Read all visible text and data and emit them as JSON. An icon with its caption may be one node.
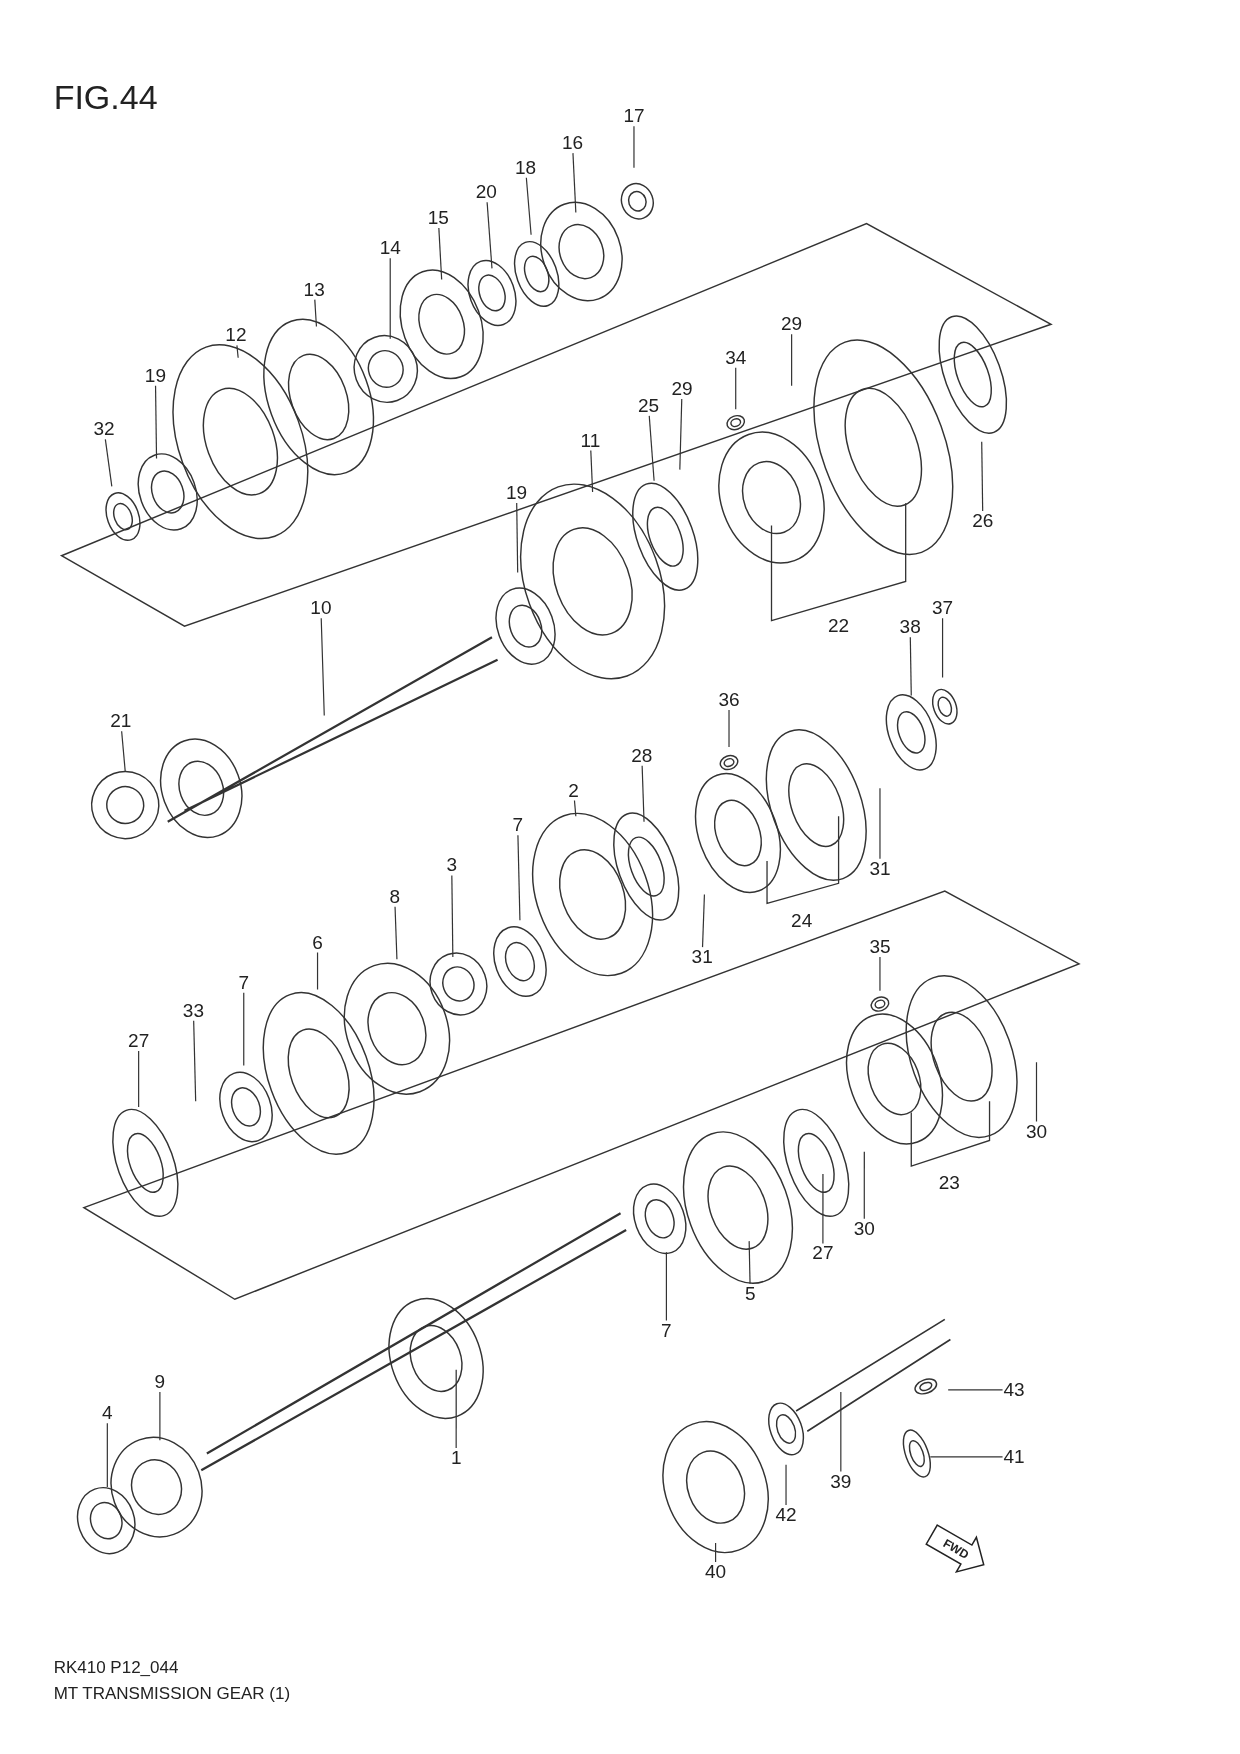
{
  "diagram": {
    "title": "FIG.44",
    "caption": "MT TRANSMISSION GEAR (1)",
    "nodes": [
      {
        "text": [
          "17"
        ]
      },
      {
        "text": [
          "16"
        ]
      },
      {
        "text": [
          "18"
        ]
      },
      {
        "text": [
          "20"
        ]
      },
      {
        "text": [
          "15"
        ]
      },
      {
        "text": [
          "14"
        ]
      },
      {
        "text": [
          "13"
        ]
      },
      {
        "text": [
          "12"
        ]
      },
      {
        "text": [
          "19"
        ]
      },
      {
        "text": [
          "32"
        ]
      },
      {
        "text": [
          "34"
        ]
      },
      {
        "text": [
          "29"
        ]
      },
      {
        "text": [
          "29"
        ]
      },
      {
        "text": [
          "25"
        ]
      },
      {
        "text": [
          "11"
        ]
      },
      {
        "text": [
          "19"
        ]
      },
      {
        "text": [
          "26"
        ]
      },
      {
        "text": [
          "10"
        ]
      },
      {
        "text": [
          "21"
        ]
      },
      {
        "text": [
          "36"
        ]
      },
      {
        "text": [
          "38"
        ]
      },
      {
        "text": [
          "37"
        ]
      },
      {
        "text": [
          "28"
        ]
      },
      {
        "text": [
          "2"
        ]
      },
      {
        "text": [
          "7"
        ]
      },
      {
        "text": [
          "3"
        ]
      },
      {
        "text": [
          "8"
        ]
      },
      {
        "text": [
          "6"
        ]
      },
      {
        "text": [
          "7"
        ]
      },
      {
        "text": [
          "33"
        ]
      },
      {
        "text": [
          "27"
        ]
      },
      {
        "text": [
          "31"
        ]
      },
      {
        "text": [
          "31"
        ]
      },
      {
        "text": [
          "35"
        ]
      },
      {
        "text": [
          "30"
        ]
      },
      {
        "text": [
          "30"
        ]
      },
      {
        "text": [
          "27"
        ]
      },
      {
        "text": [
          "5"
        ]
      },
      {
        "text": [
          "7"
        ]
      },
      {
        "text": [
          "1"
        ]
      },
      {
        "text": [
          "9"
        ]
      },
      {
        "text": [
          "4"
        ]
      },
      {
        "text": [
          "43"
        ]
      },
      {
        "text": [
          "41"
        ]
      },
      {
        "text": [
          "39"
        ]
      },
      {
        "text": [
          "42"
        ]
      },
      {
        "text": [
          "40"
        ]
      }
    ],
    "edges": [
      {
        "from": 0,
        "to": null,
        "arrow": "none"
      },
      {
        "from": 1,
        "to": null,
        "arrow": "none"
      },
      {
        "from": 2,
        "to": null,
        "arrow": "none"
      },
      {
        "from": 3,
        "to": null,
        "arrow": "none"
      },
      {
        "from": 4,
        "to": null,
        "arrow": "none"
      },
      {
        "from": 5,
        "to": null,
        "arrow": "none"
      },
      {
        "from": 6,
        "to": null,
        "arrow": "none"
      },
      {
        "from": 7,
        "to": null,
        "arrow": "none"
      },
      {
        "from": 8,
        "to": null,
        "arrow": "none"
      },
      {
        "from": 9,
        "to": null,
        "arrow": "none"
      },
      {
        "from": 10,
        "to": null,
        "arrow": "none"
      },
      {
        "from": 11,
        "to": null,
        "arrow": "none"
      },
      {
        "from": 12,
        "to": null,
        "arrow": "none"
      },
      {
        "from": 13,
        "to": null,
        "arrow": "none"
      },
      {
        "from": 14,
        "to": null,
        "arrow": "none"
      },
      {
        "from": 15,
        "to": null,
        "arrow": "none"
      },
      {
        "from": 16,
        "to": null,
        "arrow": "none"
      },
      {
        "from": 17,
        "to": null,
        "arrow": "none"
      },
      {
        "from": 18,
        "to": null,
        "arrow": "none"
      },
      {
        "from": 19,
        "to": null,
        "arrow": "none"
      },
      {
        "from": 20,
        "to": null,
        "arrow": "none"
      },
      {
        "from": 21,
        "to": null,
        "arrow": "none"
      },
      {
        "from": 22,
        "to": null,
        "arrow": "none"
      },
      {
        "from": 23,
        "to": null,
        "arrow": "none"
      },
      {
        "from": 24,
        "to": null,
        "arrow": "none"
      },
      {
        "from": 25,
        "to": null,
        "arrow": "none"
      },
      {
        "from": 26,
        "to": null,
        "arrow": "none"
      },
      {
        "from": 27,
        "to": null,
        "arrow": "none"
      },
      {
        "from": 28,
        "to": null,
        "arrow": "none"
      },
      {
        "from": 29,
        "to": null,
        "arrow": "none"
      },
      {
        "from": 30,
        "to": null,
        "arrow": "none"
      },
      {
        "from": 31,
        "to": null,
        "arrow": "none"
      },
      {
        "from": 32,
        "to": null,
        "arrow": "none"
      },
      {
        "from": 33,
        "to": null,
        "arrow": "none"
      },
      {
        "from": 34,
        "to": null,
        "arrow": "none"
      },
      {
        "from": 35,
        "to": null,
        "arrow": "none"
      },
      {
        "from": 36,
        "to": null,
        "arrow": "none"
      },
      {
        "from": 37,
        "to": null,
        "arrow": "none"
      },
      {
        "from": 38,
        "to": null,
        "arrow": "none"
      },
      {
        "from": 39,
        "to": null,
        "arrow": "none"
      },
      {
        "from": 40,
        "to": null,
        "arrow": "none"
      },
      {
        "from": 41,
        "to": null,
        "arrow": "none"
      },
      {
        "from": 42,
        "to": null,
        "arrow": "none"
      },
      {
        "from": 43,
        "to": null,
        "arrow": "none"
      },
      {
        "from": 44,
        "to": null,
        "arrow": "none"
      },
      {
        "from": 45,
        "to": null,
        "arrow": "none"
      },
      {
        "from": 46,
        "to": null,
        "arrow": "none"
      }
    ],
    "labels": [
      "22",
      "24",
      "23",
      "FWD",
      "RK410 P12_044"
    ]
  }
}
